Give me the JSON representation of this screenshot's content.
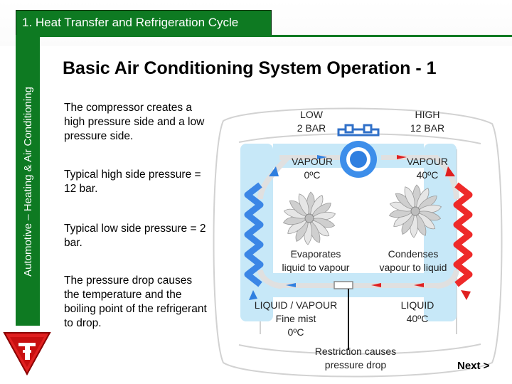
{
  "header": {
    "title": "1. Heat Transfer and Refrigeration Cycle"
  },
  "sidebar": {
    "text": "Automotive – Heating & Air Conditioning"
  },
  "main": {
    "heading": "Basic Air Conditioning System Operation - 1",
    "bullets": [
      "The compressor creates a high pressure side and a low pressure side.",
      "Typical high side pressure = 12 bar.",
      "Typical low side pressure = 2 bar.",
      "The pressure drop causes the temperature and the boiling point of the refrigerant to drop."
    ]
  },
  "diagram": {
    "low_pressure": [
      "LOW",
      "2 BAR"
    ],
    "high_pressure": [
      "HIGH",
      "12 BAR"
    ],
    "vapour_low": [
      "VAPOUR",
      "0ºC"
    ],
    "vapour_high": [
      "VAPOUR",
      "40ºC"
    ],
    "evaporates": [
      "Evaporates",
      "liquid to vapour"
    ],
    "condenses": [
      "Condenses",
      "vapour to liquid"
    ],
    "liquid_vapour": [
      "LIQUID / VAPOUR",
      "Fine mist",
      "0ºC"
    ],
    "liquid": [
      "LIQUID",
      "40ºC"
    ],
    "restriction": [
      "Restriction causes",
      "pressure drop"
    ],
    "colors": {
      "cold": "#2f7fe0",
      "hot": "#ee2222",
      "glow": "#bfe3f7",
      "pipe": "#d8d8d8"
    }
  },
  "nav": {
    "next_label": "Next >"
  }
}
